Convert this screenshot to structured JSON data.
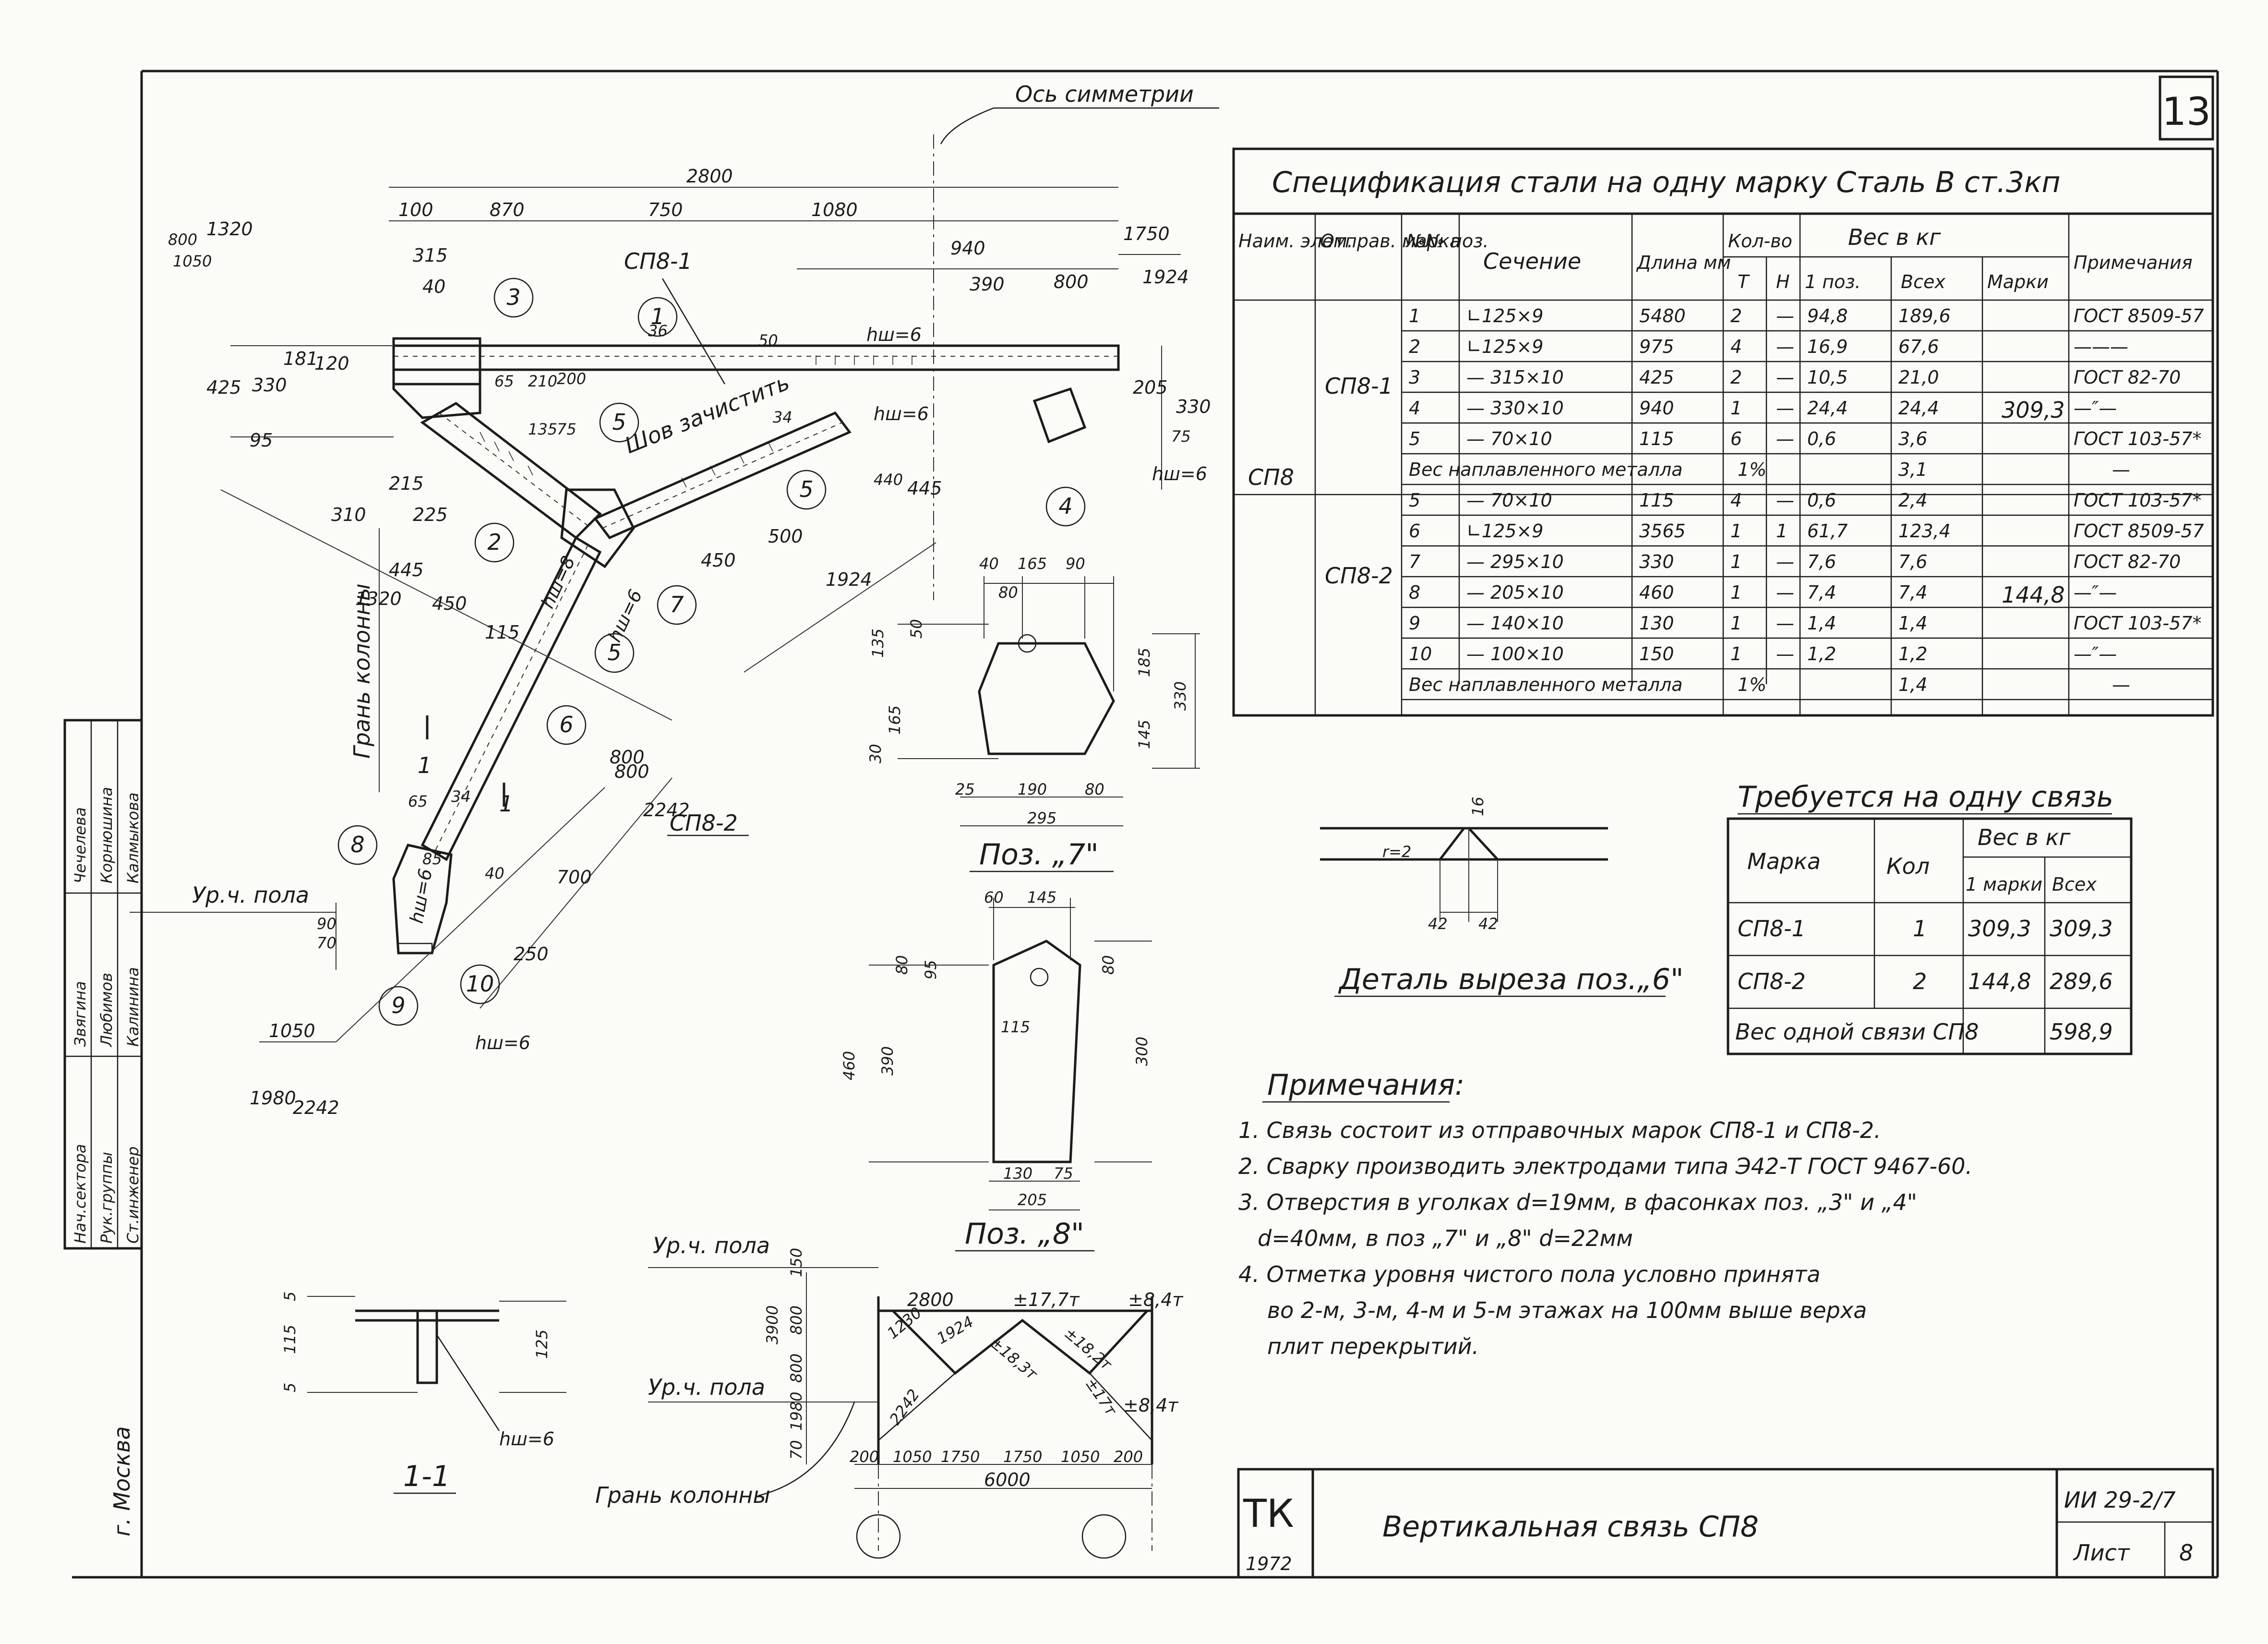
{
  "sheet_number": "13",
  "axis_label": "Ось симметрии",
  "main_view": {
    "dims": [
      "2800",
      "100",
      "870",
      "750",
      "1080",
      "940",
      "390",
      "800",
      "1750",
      "1924",
      "315",
      "40",
      "1320",
      "800",
      "1050",
      "425",
      "330",
      "181",
      "120",
      "95",
      "65",
      "210",
      "200",
      "135",
      "75",
      "215",
      "225",
      "310",
      "445",
      "450",
      "1320",
      "115",
      "500",
      "450",
      "1924",
      "440",
      "445",
      "205",
      "330",
      "800",
      "2242",
      "700",
      "250",
      "65",
      "85",
      "34",
      "40",
      "50",
      "90",
      "70",
      "75",
      "800",
      "1050",
      "1980",
      "2242",
      "36",
      "34"
    ],
    "labels": [
      "СП8-1",
      "СП8-2",
      "Шов зачистить",
      "Грань колонны",
      "hш=6",
      "hш=6",
      "hш=6",
      "hш=6",
      "hш=6",
      "hш=6",
      "hш=8",
      "Ур.ч. пола"
    ],
    "positions": [
      "1",
      "2",
      "3",
      "4",
      "5",
      "5",
      "5",
      "6",
      "7",
      "8",
      "9",
      "10",
      "1",
      "1"
    ]
  },
  "spec_table": {
    "title": "Спецификация стали на одну марку Сталь В ст.3кп",
    "headers": [
      "Наим. элем.",
      "Отправ. марка",
      "№№ поз.",
      "Сечение",
      "Длина мм",
      "Кол-во",
      "Т",
      "Н",
      "Вес в кг",
      "1 поз.",
      "Всех",
      "Марки",
      "Примечания"
    ],
    "element": "СП8",
    "rows_sp81": [
      [
        "1",
        "∟125×9",
        "5480",
        "2",
        "—",
        "94,8",
        "189,6",
        "ГОСТ 8509-57"
      ],
      [
        "2",
        "∟125×9",
        "975",
        "4",
        "—",
        "16,9",
        "67,6",
        "———"
      ],
      [
        "3",
        "— 315×10",
        "425",
        "2",
        "—",
        "10,5",
        "21,0",
        "ГОСТ 82-70"
      ],
      [
        "4",
        "— 330×10",
        "940",
        "1",
        "—",
        "24,4",
        "24,4",
        "—″—"
      ],
      [
        "5",
        "— 70×10",
        "115",
        "6",
        "—",
        "0,6",
        "3,6",
        "ГОСТ 103-57*"
      ]
    ],
    "weld_sp81": [
      "Вес наплавленного металла",
      "1%",
      "3,1",
      "—"
    ],
    "mark_sp81": [
      "СП8-1",
      "309,3"
    ],
    "rows_sp82": [
      [
        "5",
        "— 70×10",
        "115",
        "4",
        "—",
        "0,6",
        "2,4",
        "ГОСТ 103-57*"
      ],
      [
        "6",
        "∟125×9",
        "3565",
        "1",
        "1",
        "61,7",
        "123,4",
        "ГОСТ 8509-57"
      ],
      [
        "7",
        "— 295×10",
        "330",
        "1",
        "—",
        "7,6",
        "7,6",
        "ГОСТ 82-70"
      ],
      [
        "8",
        "— 205×10",
        "460",
        "1",
        "—",
        "7,4",
        "7,4",
        "—″—"
      ],
      [
        "9",
        "— 140×10",
        "130",
        "1",
        "—",
        "1,4",
        "1,4",
        "ГОСТ 103-57*"
      ],
      [
        "10",
        "— 100×10",
        "150",
        "1",
        "—",
        "1,2",
        "1,2",
        "—″—"
      ]
    ],
    "weld_sp82": [
      "Вес наплавленного металла",
      "1%",
      "1,4",
      "—"
    ],
    "mark_sp82": [
      "СП8-2",
      "144,8"
    ]
  },
  "req_table": {
    "title": "Требуется на одну связь",
    "headers": [
      "Марка",
      "Кол",
      "Вес в кг",
      "1 марки",
      "Всех"
    ],
    "rows": [
      [
        "СП8-1",
        "1",
        "309,3",
        "309,3"
      ],
      [
        "СП8-2",
        "2",
        "144,8",
        "289,6"
      ]
    ],
    "total_label": "Вес одной связи СП8",
    "total_value": "598,9"
  },
  "detail_cut": {
    "caption": "Деталь выреза поз.„6\"",
    "dims": [
      "16",
      "42",
      "42",
      "r=2"
    ]
  },
  "pos7": {
    "caption": "Поз. „7\"",
    "dims": [
      "40",
      "165",
      "90",
      "80",
      "135",
      "50",
      "185",
      "330",
      "30",
      "165",
      "145",
      "25",
      "190",
      "80",
      "295"
    ]
  },
  "pos8": {
    "caption": "Поз. „8\"",
    "dims": [
      "60",
      "145",
      "80",
      "95",
      "80",
      "115",
      "460",
      "390",
      "300",
      "130",
      "75",
      "205"
    ]
  },
  "section": {
    "caption": "1-1",
    "dims": [
      "5",
      "115",
      "5",
      "125",
      "hш=6"
    ]
  },
  "scheme": {
    "dims": [
      "2800",
      "±17,7т",
      "±8,4т",
      "1230",
      "1924",
      "±18,3т",
      "±18,2т",
      "2242",
      "±17т",
      "±8,4т",
      "150",
      "800",
      "3900",
      "800",
      "1980",
      "70",
      "200",
      "1050",
      "1750",
      "1750",
      "1050",
      "200",
      "6000"
    ],
    "labels": [
      "Ур.ч. пола",
      "Ур.ч. пола",
      "Грань колонны"
    ]
  },
  "notes": {
    "title": "Примечания:",
    "items": [
      "1. Связь состоит из отправочных марок СП8-1 и СП8-2.",
      "2. Сварку производить электродами типа Э42-Т ГОСТ 9467-60.",
      "3. Отверстия в уголках d=19мм, в фасонках поз. „3\" и „4\"",
      "d=40мм, в поз „7\" и „8\" d=22мм",
      "4. Отметка уровня чистого пола условно принята",
      "во 2-м, 3-м, 4-м и 5-м этажах на 100мм выше верха",
      "плит перекрытий."
    ]
  },
  "stamp_side": {
    "roles": [
      "Нач.сектора",
      "Рук.группы",
      "Ст.инженер"
    ],
    "signatures": [
      "Звягина",
      "Любимов",
      "Калинина"
    ],
    "names": [
      "Чечелева",
      "Корнюшина",
      "Калмыкова"
    ],
    "city": "г. Москва"
  },
  "title_block": {
    "org": "ТК",
    "year": "1972",
    "title": "Вертикальная связь СП8",
    "code": "ИИ 29-2/7",
    "sheet_label": "Лист",
    "sheet_no": "8"
  }
}
